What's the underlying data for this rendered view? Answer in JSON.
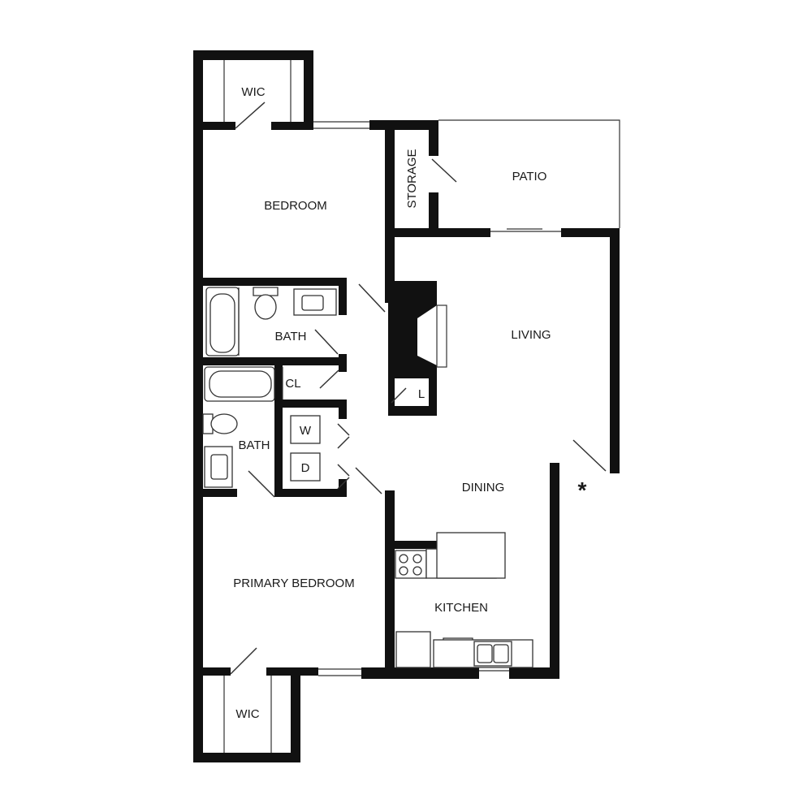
{
  "rooms": {
    "wic_top": "WIC",
    "bedroom": "BEDROOM",
    "storage": "STORAGE",
    "patio": "PATIO",
    "bath_upper": "BATH",
    "living": "LIVING",
    "closet": "CL",
    "linen": "L",
    "washer": "W",
    "dryer": "D",
    "bath_lower": "BATH",
    "dining": "DINING",
    "primary_bedroom": "PRIMARY BEDROOM",
    "kitchen": "KITCHEN",
    "wic_bottom": "WIC"
  },
  "marker": "*"
}
